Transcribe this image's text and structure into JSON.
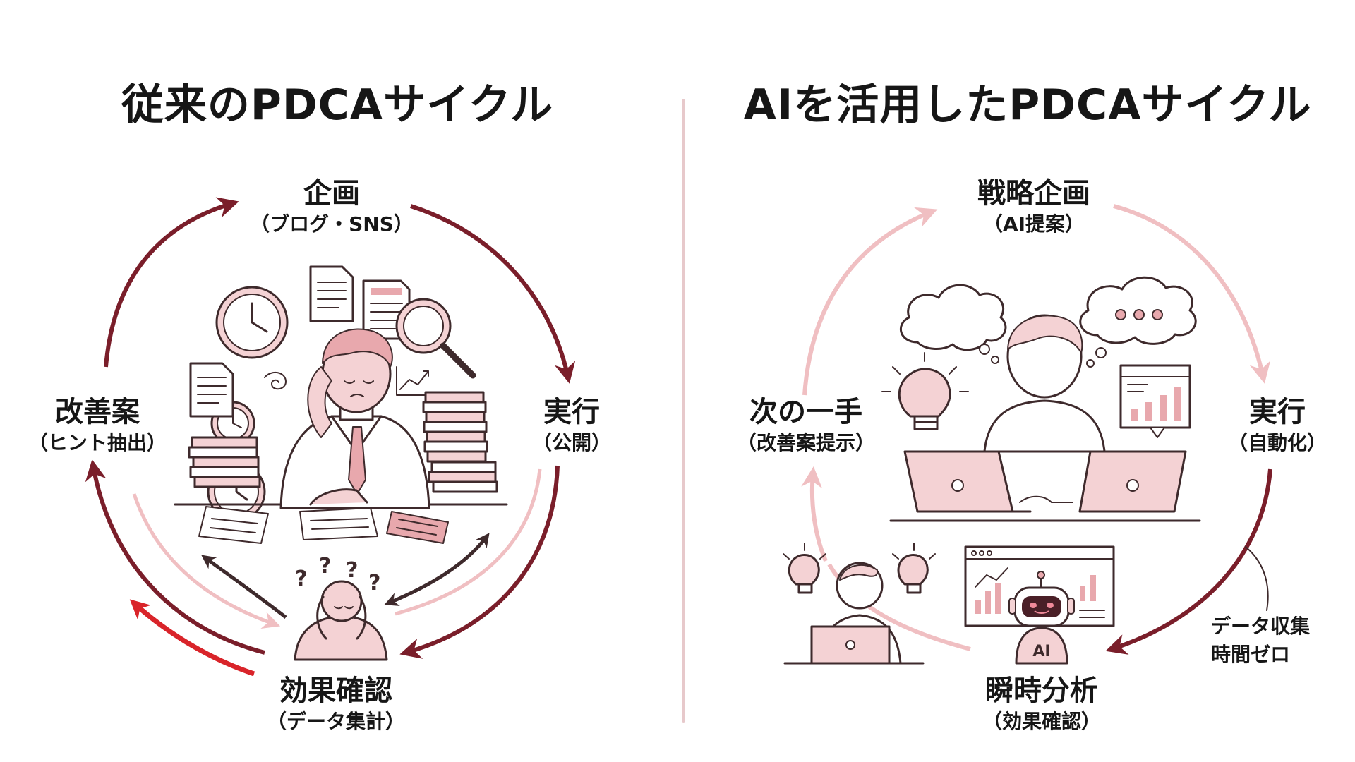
{
  "left_panel": {
    "title": "従来のPDCAサイクル",
    "nodes": {
      "plan": {
        "label": "企画",
        "sub": "（ブログ・SNS）"
      },
      "do": {
        "label": "実行",
        "sub": "（公開）"
      },
      "check": {
        "label": "効果確認",
        "sub": "（データ集計）"
      },
      "act": {
        "label": "改善案",
        "sub": "（ヒント抽出）"
      }
    }
  },
  "right_panel": {
    "title": "AIを活用したPDCAサイクル",
    "nodes": {
      "plan": {
        "label": "戦略企画",
        "sub": "（AI提案）"
      },
      "do": {
        "label": "実行",
        "sub": "（自動化）"
      },
      "check": {
        "label": "瞬時分析",
        "sub": "（効果確認）"
      },
      "act": {
        "label": "次の一手",
        "sub": "（改善案提示）"
      }
    },
    "note_line1": "データ収集",
    "note_line2": "時間ゼロ",
    "robot_badge": "AI"
  },
  "question_marks": "?",
  "colors": {
    "dark_arrow": "#7a1e2a",
    "light_arrow": "#f0bfc2",
    "red_arrow": "#d9242a",
    "illustration_pink": "#f4d2d4",
    "divider": "#e7c9cb"
  },
  "icons": [
    "clock-icon",
    "document-icon",
    "magnifier-icon",
    "calculator-icon",
    "lightbulb-icon",
    "laptop-icon",
    "robot-icon",
    "thought-bubble-icon",
    "chart-icon"
  ]
}
